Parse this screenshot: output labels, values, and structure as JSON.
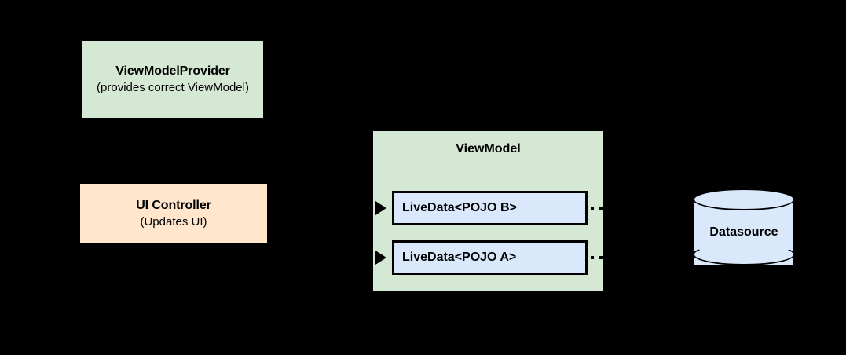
{
  "diagram": {
    "background_color": "#000000",
    "nodes": {
      "viewmodel_provider": {
        "title": "ViewModelProvider",
        "subtitle": "(provides correct ViewModel)",
        "fill_color": "#d5e8d4"
      },
      "ui_controller": {
        "title": "UI Controller",
        "subtitle": "(Updates UI)",
        "fill_color": "#ffe6cc"
      },
      "viewmodel": {
        "title": "ViewModel",
        "fill_color": "#d5e8d4",
        "children": [
          {
            "label": "LiveData<POJO B>",
            "fill_color": "#dae8fc"
          },
          {
            "label": "LiveData<POJO A>",
            "fill_color": "#dae8fc"
          }
        ]
      },
      "datasource": {
        "title": "Datasource",
        "fill_color": "#dae8fc"
      }
    }
  }
}
